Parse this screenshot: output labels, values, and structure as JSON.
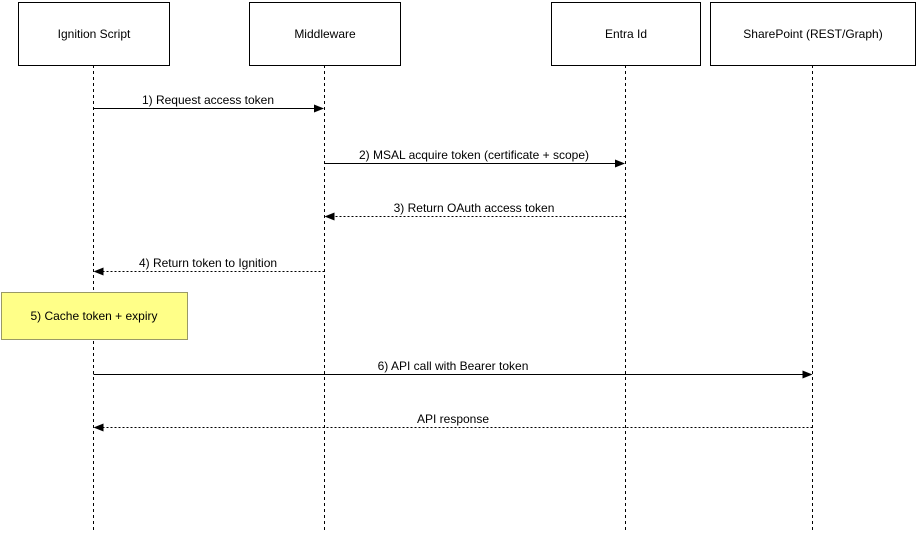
{
  "diagram_type": "sequence-diagram",
  "actors": [
    {
      "name": "Ignition Script"
    },
    {
      "name": "Middleware"
    },
    {
      "name": "Entra Id"
    },
    {
      "name": "SharePoint (REST/Graph)"
    }
  ],
  "messages": [
    {
      "label": "1) Request access token",
      "from": "Ignition Script",
      "to": "Middleware",
      "line": "solid"
    },
    {
      "label": "2) MSAL acquire token (certificate + scope)",
      "from": "Middleware",
      "to": "Entra Id",
      "line": "solid"
    },
    {
      "label": "3) Return OAuth access token",
      "from": "Entra Id",
      "to": "Middleware",
      "line": "dotted"
    },
    {
      "label": "4) Return token to Ignition",
      "from": "Middleware",
      "to": "Ignition Script",
      "line": "dotted"
    },
    {
      "label": "6) API call with Bearer token",
      "from": "Ignition Script",
      "to": "SharePoint (REST/Graph)",
      "line": "solid"
    },
    {
      "label": "API response",
      "from": "SharePoint (REST/Graph)",
      "to": "Ignition Script",
      "line": "dotted"
    }
  ],
  "note": {
    "label": "5) Cache token + expiry",
    "attached_to": "Ignition Script",
    "fill": "#FFFF88",
    "border": "#999966"
  },
  "colors": {
    "line": "#000000",
    "text": "#000000",
    "background": "#FFFFFF"
  }
}
